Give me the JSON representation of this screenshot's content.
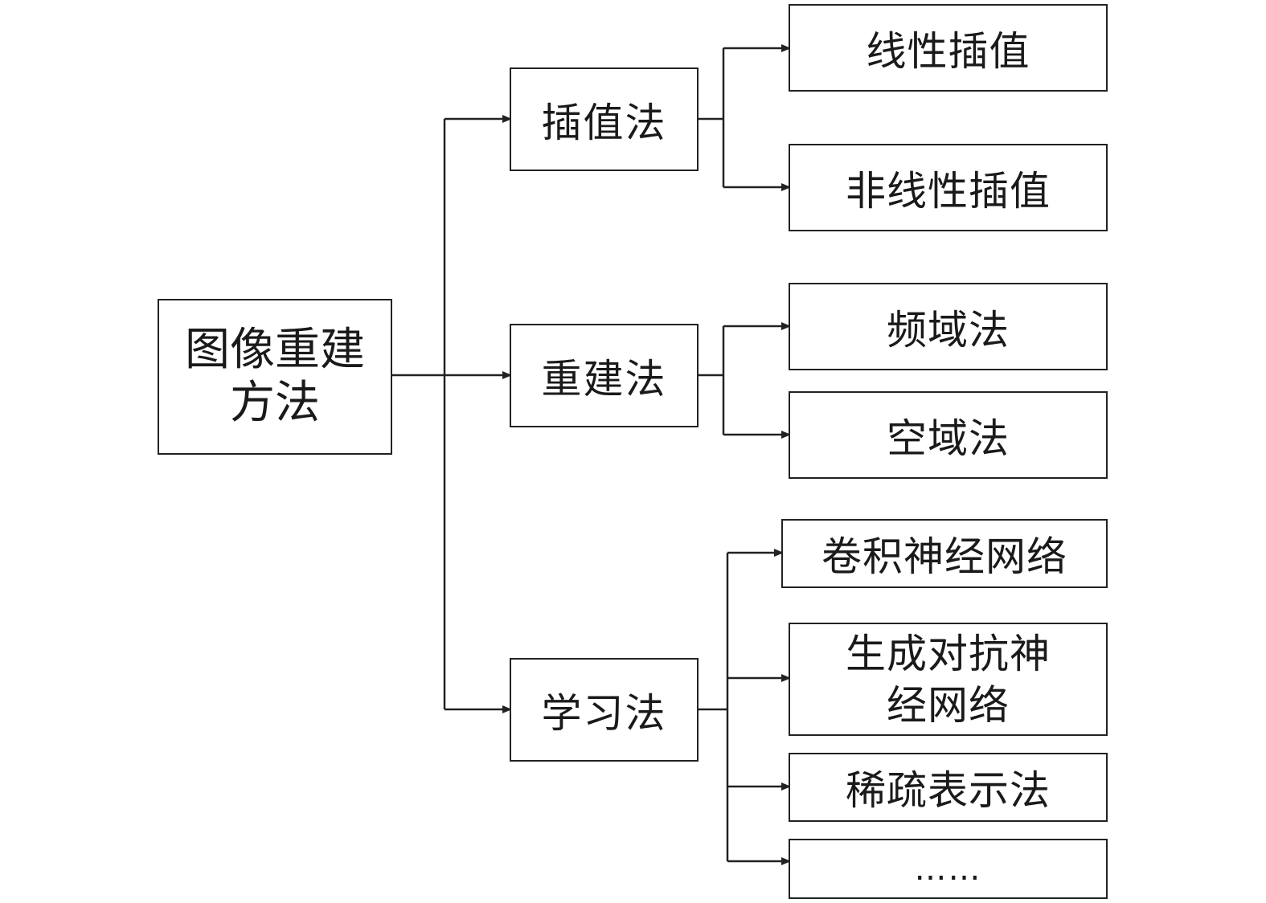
{
  "root": {
    "line1": "图像重建",
    "line2": "方法"
  },
  "interpolation": {
    "label": "插值法",
    "children": [
      "线性插值",
      "非线性插值"
    ]
  },
  "reconstruction": {
    "label": "重建法",
    "children": [
      "频域法",
      "空域法"
    ]
  },
  "learning": {
    "label": "学习法",
    "children": [
      "卷积神经网络",
      "生成对抗神",
      "经网络",
      "稀疏表示法",
      "……"
    ]
  }
}
